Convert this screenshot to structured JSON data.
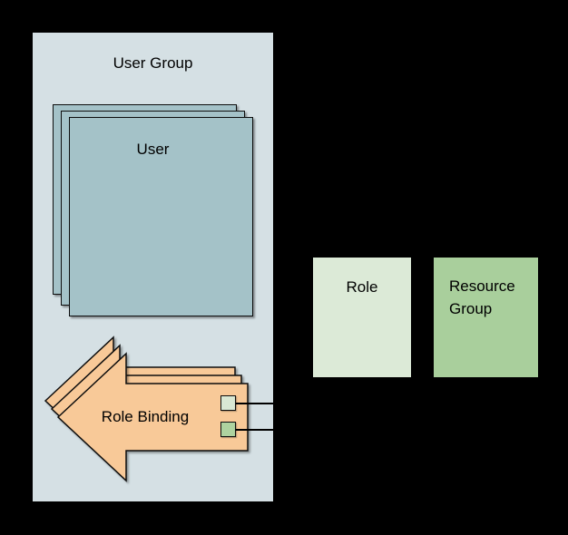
{
  "diagram": {
    "user_group": {
      "title": "User Group",
      "user_label": "User"
    },
    "role_binding": {
      "label": "Role Binding"
    },
    "role": {
      "label": "Role"
    },
    "resource_group": {
      "label": "Resource Group"
    },
    "colors": {
      "background": "#000000",
      "user_group_fill": "#d5e0e4",
      "user_fill": "#a4c2c8",
      "role_binding_fill": "#f8c998",
      "role_fill": "#dcead7",
      "resource_group_fill": "#a9cf9c",
      "mini_square_light": "#d9e8d4",
      "mini_square_green": "#aed3a0",
      "connector": "#000000"
    }
  }
}
